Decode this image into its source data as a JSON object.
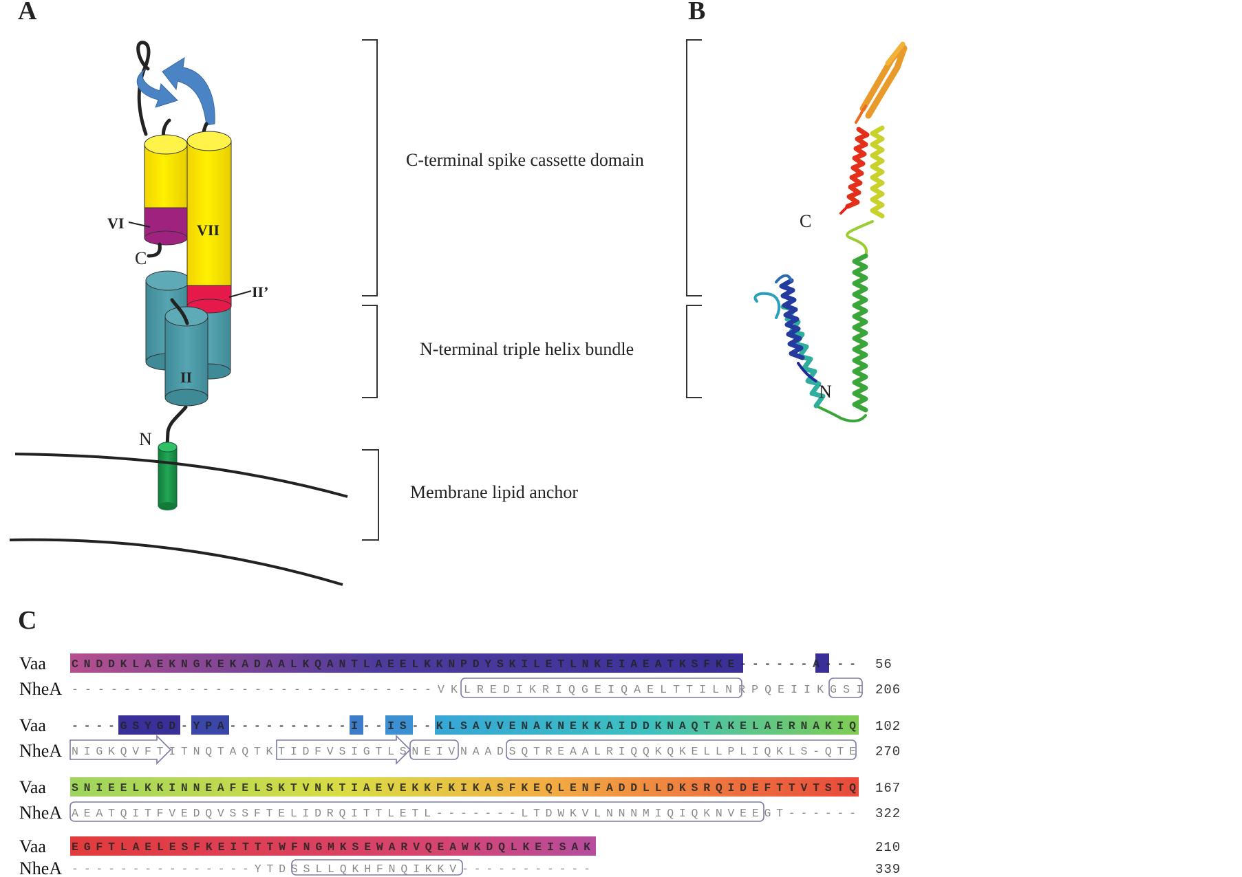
{
  "panels": {
    "a": "A",
    "b": "B",
    "c": "C"
  },
  "panel_a": {
    "labels": {
      "vi": "VI",
      "vii": "VII",
      "c_term": "C",
      "ii_prime": "II’",
      "ii": "II",
      "n_term": "N"
    },
    "domains": {
      "spike": "C-terminal spike cassette domain",
      "bundle": "N-terminal triple helix bundle",
      "anchor": "Membrane lipid anchor"
    },
    "colors": {
      "yellow_helix": "#ffe600",
      "teal_helix": "#4c9aa8",
      "purple_segment": "#a0227f",
      "red_segment": "#e6194b",
      "blue_strand": "#4a84c4",
      "green_anchor": "#1c9a4e"
    }
  },
  "panel_b": {
    "labels": {
      "c_term": "C",
      "n_term": "N"
    },
    "color_gradient": [
      "#1e2a9a",
      "#2c8fb8",
      "#3fb89a",
      "#3aa63a",
      "#9acd32",
      "#e0d420",
      "#f2a21e",
      "#e2241b"
    ]
  },
  "alignment": {
    "blocks": [
      {
        "vaa_name": "Vaa",
        "vaa_seq": "CNDDKLAEKNGKEKADAALKQANTLAEELKKNPDYSKILETLNKEIAEATKSFKE------A---",
        "vaa_end": "56",
        "nhea_name": "NheA",
        "nhea_seq": "----------------------------VKLREDIKRIQGEIQAELTTILNRPQEIIKGSI",
        "nhea_end": "206"
      },
      {
        "vaa_name": "Vaa",
        "vaa_seq": "----GSYGD-YPA----------I--IS--KLSAVVENAKNEKKAIDDKNAQTAKELAERNAKIQ",
        "vaa_end": "102",
        "nhea_name": "NheA",
        "nhea_seq": "NIGKQVFTITNQTAQTKTIDFVSIGTLSNEIVNAADSQTREAALRIQQKQKELLPLIQKLS-QTE",
        "nhea_end": "270"
      },
      {
        "vaa_name": "Vaa",
        "vaa_seq": "SNIEELKKINNEAFELSKTVNKTIAEVEKKFKIKASFKEQLENFADDLLDKSRQIDEFTTVTSTQ",
        "vaa_end": "167",
        "nhea_name": "NheA",
        "nhea_seq": "AEATQITFVEDQVSSFTELIDRQITTLETL-------LTDWKVLNNNMIQIQKNVEEGT------",
        "nhea_end": "322"
      },
      {
        "vaa_name": "Vaa",
        "vaa_seq": "EGFTLAELESFKEITTTWFNGMKSEWARVQEAWKDQLKEISAK",
        "vaa_end": "210",
        "nhea_name": "NheA",
        "nhea_seq": "---------------YTDSSLLQKHFNQIKKV-----------",
        "nhea_end": "339"
      }
    ]
  }
}
